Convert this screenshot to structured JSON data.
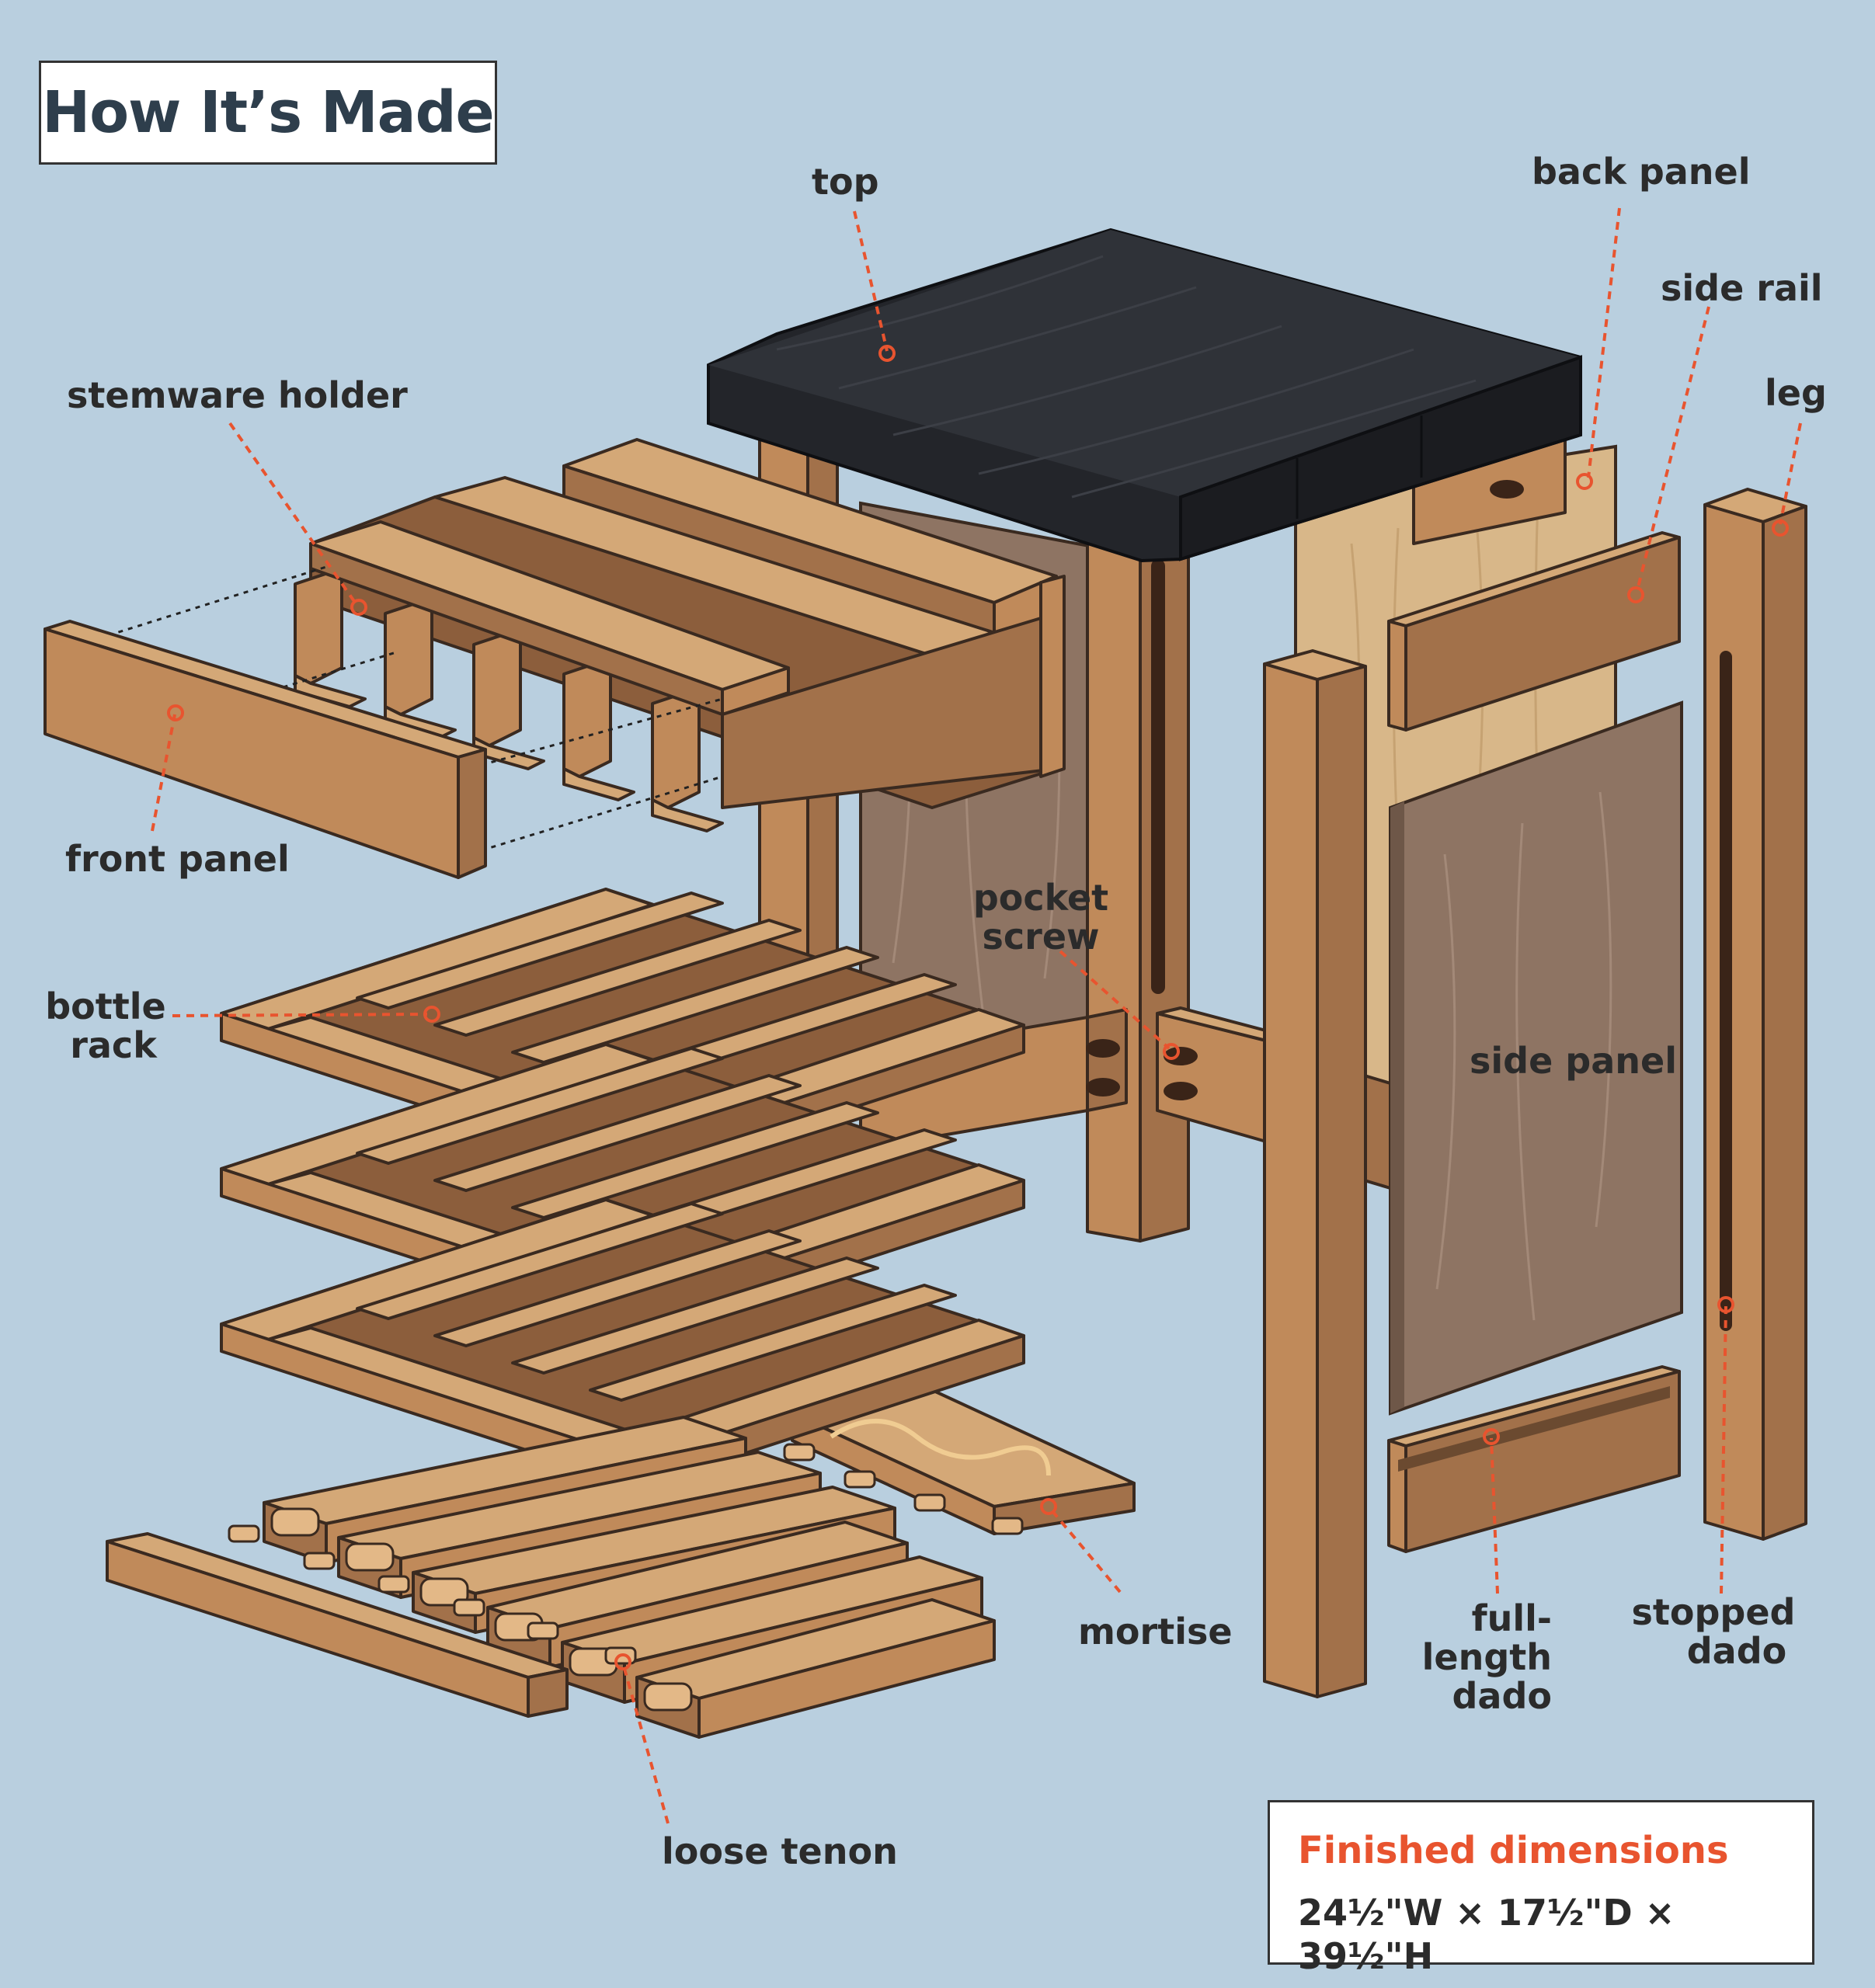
{
  "title": "How It’s Made",
  "labels": {
    "top": "top",
    "back_panel": "back panel",
    "side_rail": "side rail",
    "leg": "leg",
    "stemware_holder": "stemware holder",
    "front_panel": "front panel",
    "pocket_screw_1": "pocket",
    "pocket_screw_2": "screw",
    "bottle_rack_1": "bottle",
    "bottle_rack_2": "rack",
    "side_panel": "side panel",
    "mortise": "mortise",
    "loose_tenon": "loose tenon",
    "full_length_dado_1": "full-",
    "full_length_dado_2": "length",
    "full_length_dado_3": "dado",
    "stopped_dado_1": "stopped",
    "stopped_dado_2": "dado"
  },
  "dimensions": {
    "heading": "Finished dimensions",
    "value": "24½\"W × 17½\"D × 39½\"H"
  },
  "colors": {
    "background": "#b9cfdf",
    "leader_line": "#e8542f",
    "wood": "#c08a5a",
    "top_slab": "#23252a"
  }
}
